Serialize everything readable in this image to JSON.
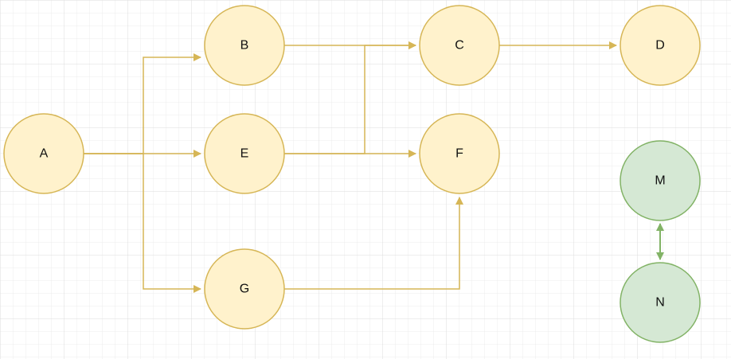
{
  "colors": {
    "background": "#ffffff",
    "grid_minor": "#ececec",
    "grid_major": "#dcdcdc",
    "default_fill": "#fff2cc",
    "default_stroke": "#d6b656",
    "default_edge": "#d6b656",
    "green_fill": "#d5e8d4",
    "green_stroke": "#82b366",
    "green_edge": "#82b366"
  },
  "nodes": [
    {
      "id": "A",
      "label": "A"
    },
    {
      "id": "B",
      "label": "B"
    },
    {
      "id": "C",
      "label": "C"
    },
    {
      "id": "D",
      "label": "D"
    },
    {
      "id": "E",
      "label": "E"
    },
    {
      "id": "F",
      "label": "F"
    },
    {
      "id": "G",
      "label": "G"
    },
    {
      "id": "M",
      "label": "M",
      "theme": "green"
    },
    {
      "id": "N",
      "label": "N",
      "theme": "green"
    }
  ],
  "edges": [
    {
      "from": "A",
      "to": "B"
    },
    {
      "from": "A",
      "to": "E"
    },
    {
      "from": "A",
      "to": "G"
    },
    {
      "from": "B",
      "to": "C"
    },
    {
      "from": "E",
      "to": "C"
    },
    {
      "from": "E",
      "to": "F"
    },
    {
      "from": "G",
      "to": "F"
    },
    {
      "from": "C",
      "to": "D"
    },
    {
      "from": "M",
      "to": "N",
      "bidirectional": true,
      "theme": "green"
    }
  ]
}
